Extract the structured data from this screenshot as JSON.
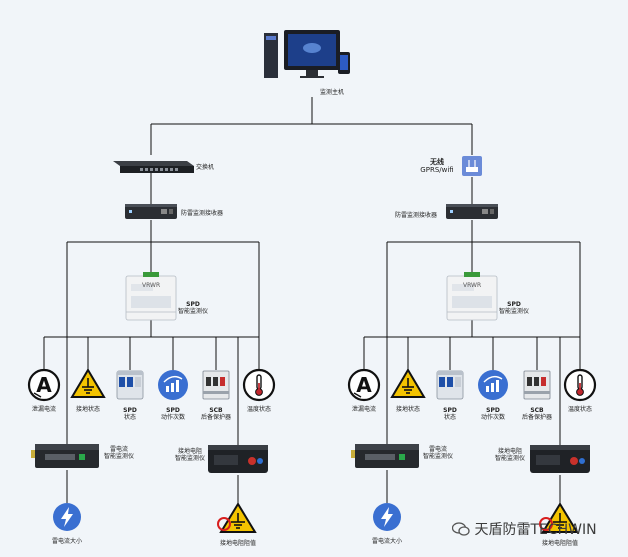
{
  "monitor_host": {
    "label": "监测主机"
  },
  "switch": {
    "label": "交换机"
  },
  "wireless": {
    "line1": "无线",
    "line2": "GPRS/wifi"
  },
  "receiver_left": {
    "label": "防雷监测接收器"
  },
  "receiver_right": {
    "label": "防雷监测接收器"
  },
  "spd_monitor": {
    "line1": "SPD",
    "line2": "智能监测仪",
    "device_text": "VRWR"
  },
  "sensors": [
    {
      "id": "leakage",
      "label": "泄漏电流"
    },
    {
      "id": "ground",
      "label": "接地状态"
    },
    {
      "id": "spd_status",
      "line1": "SPD",
      "line2": "状态"
    },
    {
      "id": "spd_count",
      "line1": "SPD",
      "line2": "动作次数"
    },
    {
      "id": "scb",
      "line1": "SCB",
      "line2": "后备保护器"
    },
    {
      "id": "temp",
      "label": "温度状态"
    }
  ],
  "lightning_monitor": {
    "line1": "雷电流",
    "line2": "智能监测仪"
  },
  "ground_monitor": {
    "line1": "接地电阻",
    "line2": "智能监测仪"
  },
  "lightning_size": {
    "label": "雷电流大小"
  },
  "ground_value": {
    "label": "接地电阻阻值"
  },
  "watermark": {
    "text": "天盾防雷TECHWIN"
  },
  "colors": {
    "line": "#111111",
    "icon_blue": "#3a6fd1",
    "warning_yellow": "#f3c300",
    "background": "#f1f5f9"
  }
}
